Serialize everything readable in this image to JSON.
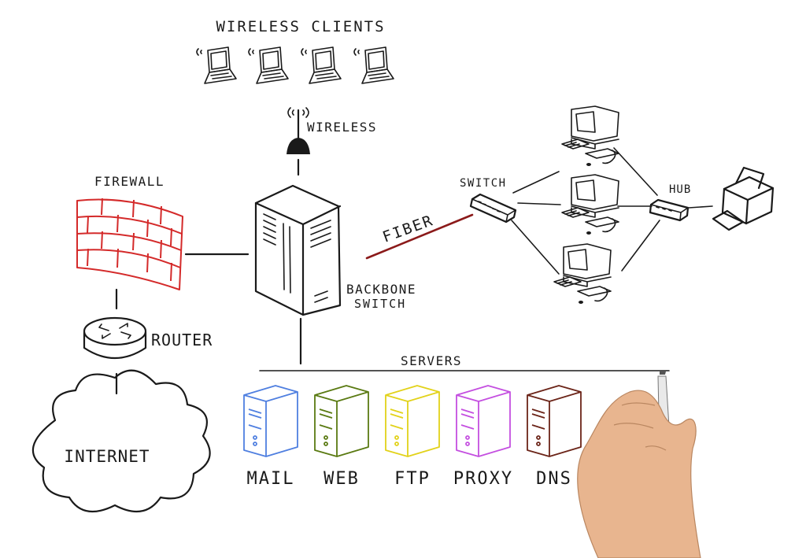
{
  "labels": {
    "wireless_clients": "WIRELESS CLIENTS",
    "wireless": "WIRELESS",
    "firewall": "FIREWALL",
    "router": "ROUTER",
    "internet": "INTERNET",
    "backbone": "BACKBONE",
    "switch_sub": "SWITCH",
    "fiber": "FIBER",
    "switch": "SWITCH",
    "hub": "HUB",
    "servers": "SERVERS"
  },
  "servers": [
    {
      "label": "MAIL",
      "color": "#4f7fe0"
    },
    {
      "label": "WEB",
      "color": "#5a7a12"
    },
    {
      "label": "FTP",
      "color": "#e2d21a"
    },
    {
      "label": "PROXY",
      "color": "#c44fe0"
    },
    {
      "label": "DNS",
      "color": "#6b2418"
    }
  ],
  "colors": {
    "ink": "#1a1a1a",
    "firewall": "#d42a2a",
    "fiber": "#8b1a1a",
    "skin": "#e8b58f"
  },
  "icons": [
    "laptop-icon",
    "antenna-icon",
    "firewall-icon",
    "router-icon",
    "cloud-icon",
    "backbone-switch-icon",
    "switch-icon",
    "hub-icon",
    "desktop-pc-icon",
    "printer-icon",
    "server-icon",
    "hand-with-marker"
  ]
}
